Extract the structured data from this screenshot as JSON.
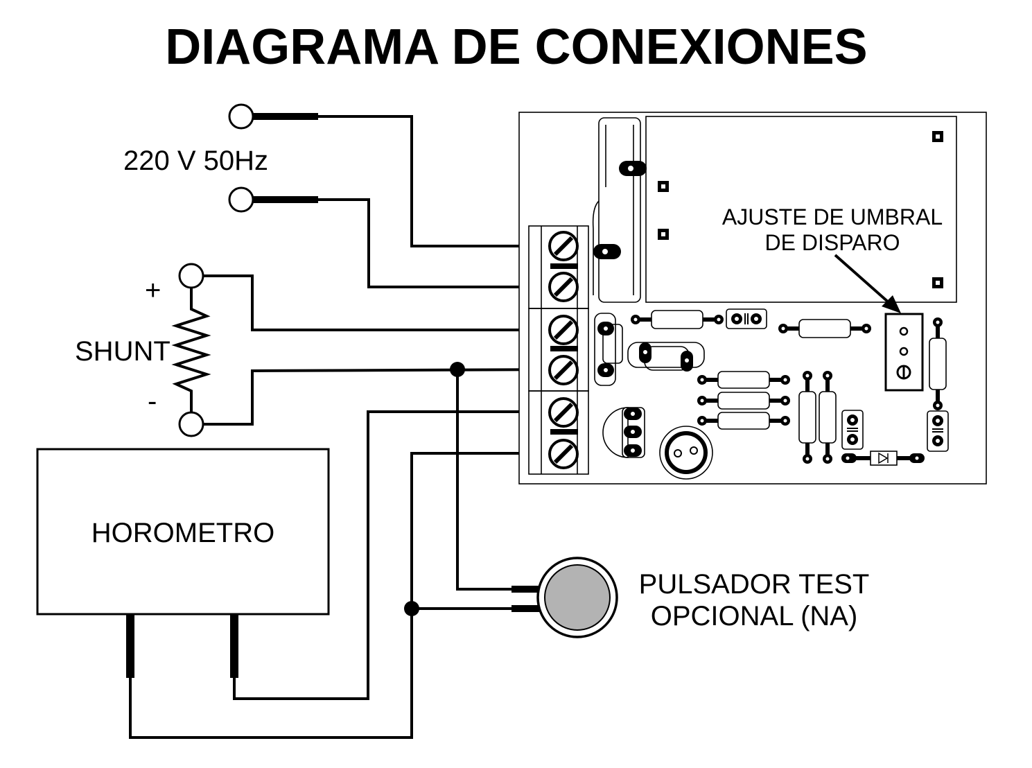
{
  "title": "DIAGRAMA DE CONEXIONES",
  "labels": {
    "mains": "220 V 50Hz",
    "shunt": "SHUNT",
    "plus": "+",
    "minus": "-",
    "hour_meter": "HOROMETRO",
    "threshold_line1": "AJUSTE DE UMBRAL",
    "threshold_line2": "DE DISPARO",
    "test_button_line1": "PULSADOR TEST",
    "test_button_line2": "OPCIONAL (NA)"
  },
  "colors": {
    "ink": "#000000",
    "paper": "#ffffff",
    "button_fill": "#b3b3b3"
  }
}
